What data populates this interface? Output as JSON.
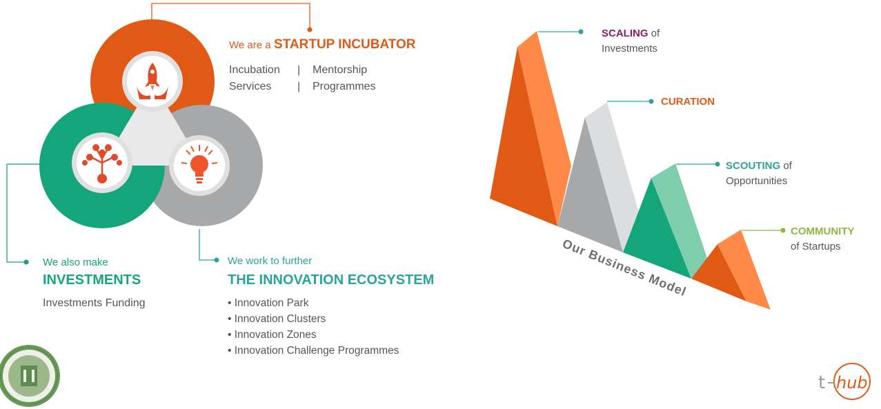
{
  "colors": {
    "orange": "#e05a16",
    "orange_light": "#ff8a47",
    "green": "#15a57b",
    "green_light": "#7ecead",
    "gray": "#a6a8aa",
    "gray_light": "#dcdddf",
    "teal_text": "#2aa39a",
    "purple": "#8a2060",
    "lime": "#8cb93b",
    "body_text": "#555555"
  },
  "incubator": {
    "lead": "We are a",
    "title": "STARTUP INCUBATOR",
    "items": [
      {
        "line1": "Incubation",
        "line2": "Services"
      },
      {
        "line1": "Mentorship",
        "line2": "Programmes"
      }
    ],
    "sep": "|"
  },
  "investments": {
    "lead": "We also make",
    "title": "INVESTMENTS",
    "sub": "Investments Funding"
  },
  "ecosystem": {
    "lead": "We work to further",
    "title": "THE INNOVATION ECOSYSTEM",
    "items": [
      "Innovation Park",
      "Innovation Clusters",
      "Innovation Zones",
      "Innovation Challenge Programmes"
    ]
  },
  "icons": {
    "incubator": "rocket-hands-icon",
    "investments": "money-tree-icon",
    "ecosystem": "lightbulb-icon"
  },
  "business_model": {
    "caption": "Our Business Model",
    "steps": [
      {
        "key": "SCALING",
        "rest": " of",
        "line2": "Investments"
      },
      {
        "key": "CURATION",
        "rest": "",
        "line2": ""
      },
      {
        "key": "SCOUTING",
        "rest": " of",
        "line2": "Opportunities"
      },
      {
        "key": "COMMUNITY",
        "rest": "",
        "line2": "of Startups"
      }
    ]
  },
  "logos": {
    "government_seal": "government-seal-logo",
    "thub": "t-hub"
  }
}
